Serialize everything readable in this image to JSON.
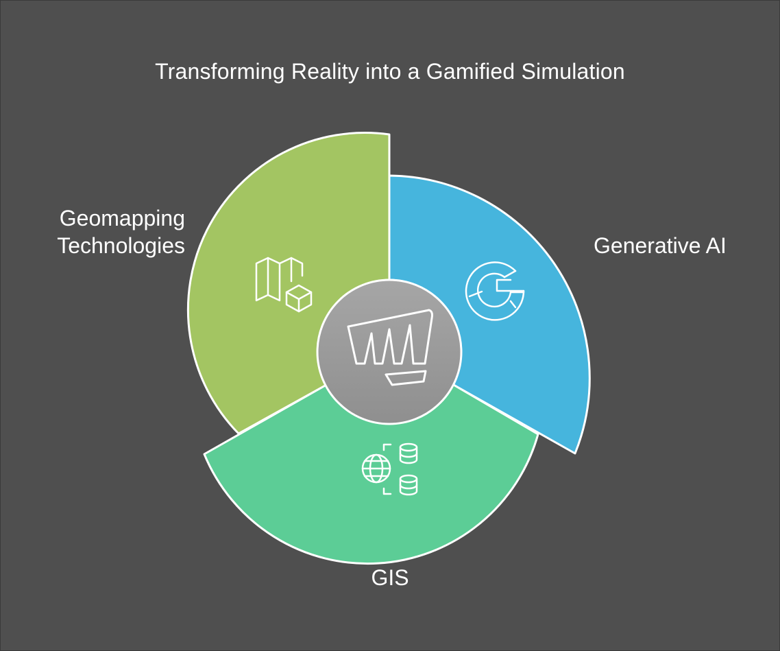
{
  "title": "Transforming Reality into a Gamified Simulation",
  "segments": [
    {
      "key": "geomapping",
      "label_line1": "Geomapping",
      "label_line2": "Technologies",
      "color": "#a3c562",
      "icon": "map-box-icon"
    },
    {
      "key": "generative_ai",
      "label": "Generative AI",
      "color": "#46b5dd",
      "icon": "google-g-icon"
    },
    {
      "key": "gis",
      "label": "GIS",
      "color": "#5ccd96",
      "icon": "globe-database-icon"
    }
  ],
  "center": {
    "color": "#9b9b9b",
    "icon": "fist-icon"
  },
  "background": "#4f4f4f"
}
